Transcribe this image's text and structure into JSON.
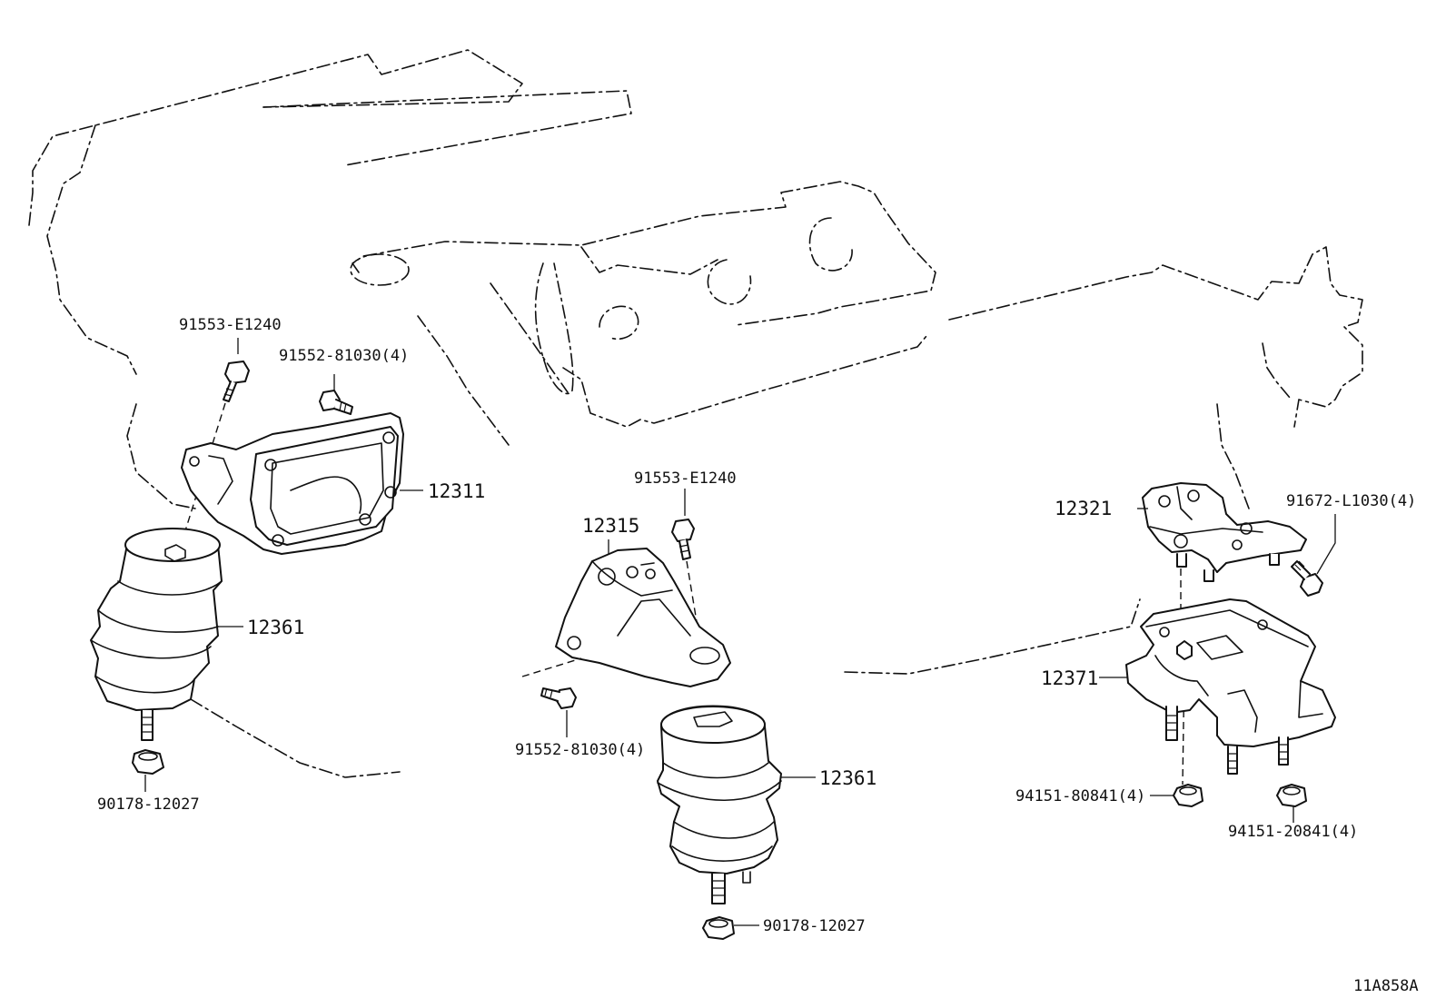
{
  "diagram_code": "11A858A",
  "callouts": {
    "bolt_top_left": "91553-E1240",
    "bolt_group_left": "91552-81030(4)",
    "bracket_left": "12311",
    "insulator_left": "12361",
    "nut_left": "90178-12027",
    "bolt_top_center": "91553-E1240",
    "bracket_center": "12315",
    "bolt_group_center": "91552-81030(4)",
    "insulator_center": "12361",
    "nut_center": "90178-12027",
    "bracket_right": "12321",
    "bolt_group_right": "91672-L1030(4)",
    "rear_mount": "12371",
    "nut_group_rear_a": "94151-80841(4)",
    "nut_group_rear_b": "94151-20841(4)"
  }
}
